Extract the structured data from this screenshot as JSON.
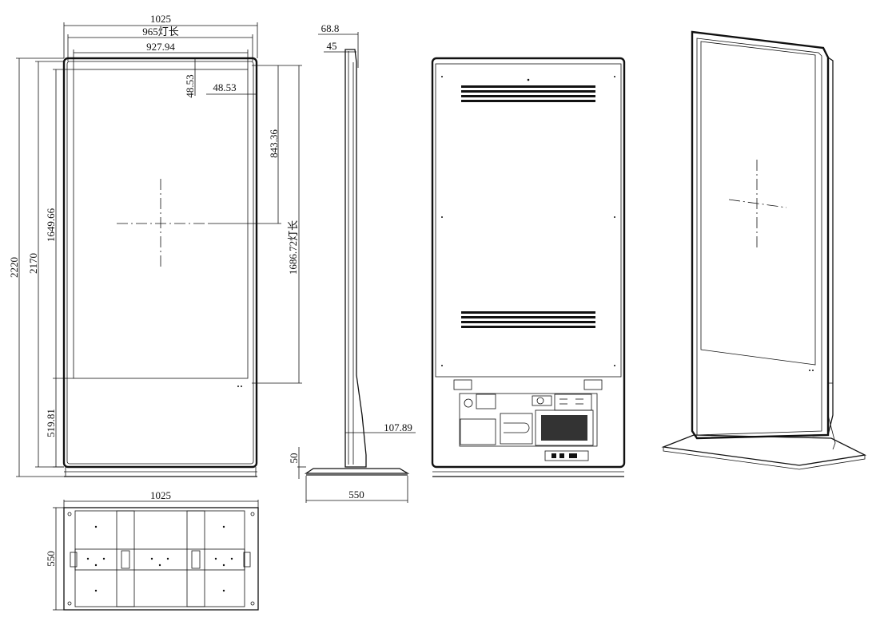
{
  "front_view": {
    "width_overall": "1025",
    "light_length_w": "965灯长",
    "screen_width": "927.94",
    "border_top": "48.53",
    "border_side": "48.53",
    "half_light_height": "843.36",
    "light_length_h": "1686.72灯长",
    "height_overall": "2220",
    "height_body": "2170",
    "screen_height": "1649.66",
    "lower_panel": "519.81"
  },
  "side_view": {
    "top_depth": "68.8",
    "panel_depth": "45",
    "foot_height": "107.89",
    "base_thickness": "50",
    "base_depth": "550"
  },
  "base_view": {
    "width": "1025",
    "depth": "550"
  }
}
